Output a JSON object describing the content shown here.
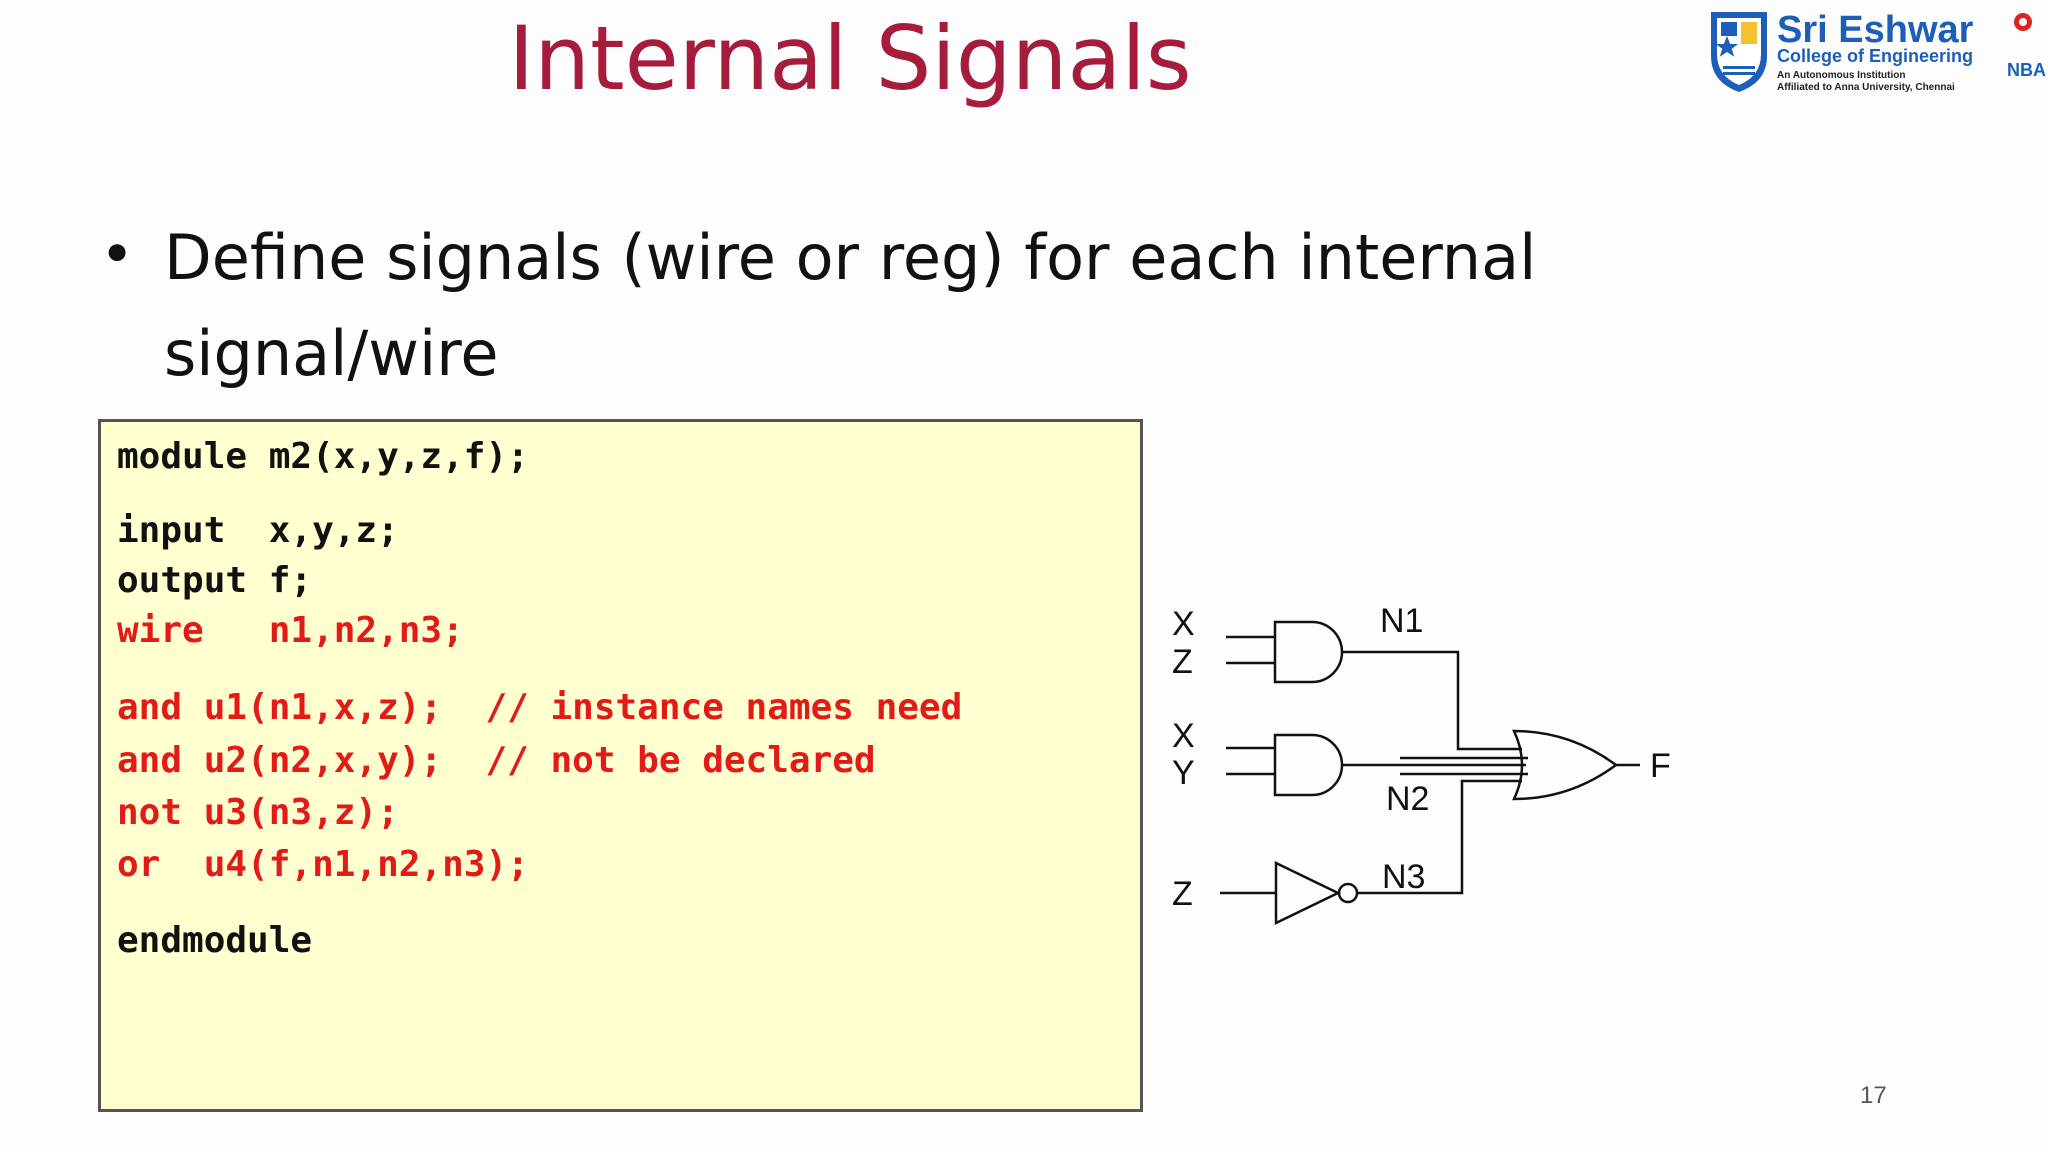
{
  "slide": {
    "title": "Internal Signals",
    "bullet": "Define signals (wire or reg) for each internal signal/wire",
    "page_number": "17"
  },
  "code": {
    "lines": [
      "module m2(x,y,z,f);",
      "input  x,y,z;",
      "output f;",
      "wire   n1,n2,n3;",
      "and u1(n1,x,z);  // instance names need",
      "and u2(n2,x,y);  // not be declared",
      "not u3(n3,z);",
      "or  u4(f,n1,n2,n3);",
      "endmodule"
    ],
    "keyword_color": "#111111",
    "highlight_color": "#e11a1a",
    "background": "#ffffcf"
  },
  "diagram": {
    "inputs": [
      "X",
      "Z",
      "X",
      "Y",
      "Z"
    ],
    "nets": [
      "N1",
      "N2",
      "N3"
    ],
    "output": "F",
    "gates": [
      "and-gate",
      "and-gate",
      "not-gate",
      "or-gate"
    ]
  },
  "logo": {
    "name": "Sri Eshwar",
    "subtitle": "College of Engineering",
    "line1": "An Autonomous Institution",
    "line2": "Affiliated to Anna University, Chennai",
    "accreditation": "NBA",
    "brand_color": "#1d5fb8"
  },
  "colors": {
    "title": "#a61c3c",
    "text": "#111111"
  }
}
